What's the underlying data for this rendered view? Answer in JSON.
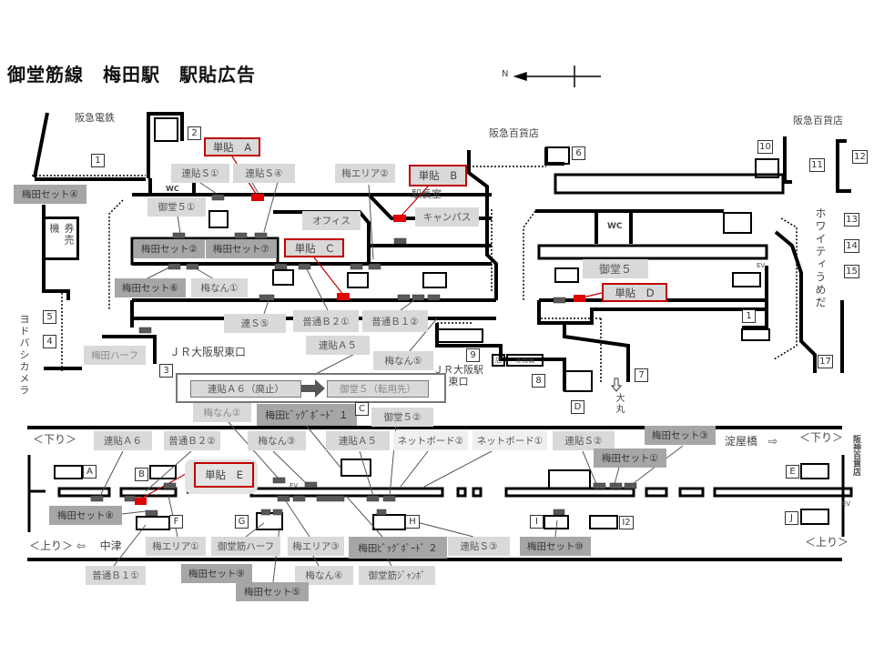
{
  "title": "御堂筋線　梅田駅　駅貼広告",
  "compass": "N",
  "places": {
    "hankyu_railway": "阪急電鉄",
    "hankyu_dept_1": "阪急百貨店",
    "hankyu_dept_2": "阪急百貨店",
    "station_office": "駅長室",
    "jr_east_1": "ＪＲ大阪駅東口",
    "jr_east_2": "ＪＲ大阪駅\n東口",
    "yodobashi": "ヨドバシカメラ",
    "ticket_machine": "券売機",
    "whity": "ホワイティうめだ",
    "daimaru": "大丸",
    "hanshin": "阪神百貨店",
    "yodoyabashi": "淀屋橋　⇨",
    "nakatsu": "＜上り＞ ⇦　 中津",
    "down_1": "＜下り＞",
    "down_2": "＜下り＞",
    "up_2": "＜上り＞",
    "wc": "WC",
    "ev": "EV",
    "shop": "店",
    "ticket_small": "券売機"
  },
  "upper_ads": [
    "単貼　A",
    "連貼Ｓ①",
    "連貼Ｓ④",
    "梅エリア②",
    "単貼　B",
    "キャンパス",
    "梅田セット④",
    "御堂５①",
    "オフィス",
    "梅田セット②",
    "梅田セット⑦",
    "単貼　C",
    "梅田セット⑥",
    "梅なん①",
    "連Ｓ⑤",
    "普通Ｂ２①",
    "普通Ｂ１②",
    "連貼Ａ５",
    "梅なん⑤",
    "梅田ハーフ",
    "御堂５",
    "単貼　D",
    "梅なん②",
    "梅田ﾋﾞｯｸﾞﾎﾞｰﾄﾞ １",
    "御堂５②"
  ],
  "relocation": {
    "from": "連貼Ａ６（廃止）",
    "to": "御堂５（転用先）"
  },
  "lower_ads": [
    "連貼Ａ６",
    "普通Ｂ２②",
    "梅なん③",
    "連貼Ａ５",
    "ネットボード②",
    "ネットボード①",
    "連貼Ｓ②",
    "梅田セット③",
    "梅田セット①",
    "単貼　E",
    "梅田セット⑧",
    "梅エリア①",
    "御堂筋ハーフ",
    "梅エリア③",
    "梅田ﾋﾞｯｸﾞﾎﾞｰﾄﾞ ２",
    "連貼Ｓ③",
    "梅田セット⑩",
    "普通Ｂ１①",
    "梅田セット⑨",
    "梅なん④",
    "御堂筋ｼﾞｬﾝﾎﾞ",
    "梅田セット⑤"
  ],
  "exits": [
    "1",
    "2",
    "3",
    "4",
    "5",
    "6",
    "7",
    "8",
    "9",
    "10",
    "11",
    "12",
    "13",
    "14",
    "15",
    "1",
    "17"
  ],
  "letters": [
    "A",
    "B",
    "F",
    "G",
    "H",
    "I",
    "I2",
    "E",
    "J",
    "C",
    "D"
  ],
  "colors": {
    "single_ad_border": "#c00000",
    "ad_marker": "#e00000",
    "set_label": "#a6a6a6",
    "label": "#d9d9d9"
  }
}
